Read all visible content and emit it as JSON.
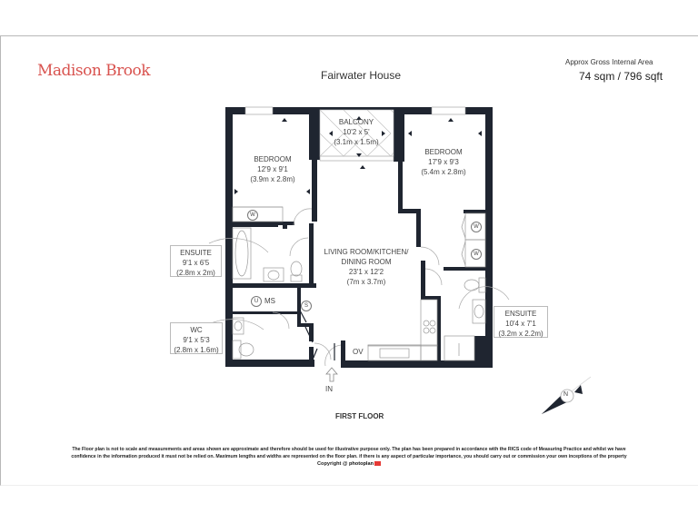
{
  "header": {
    "brand": "Madison Brook",
    "property_name": "Fairwater House",
    "area_label": "Approx Gross Internal Area",
    "area_value": "74 sqm / 796 sqft"
  },
  "rooms": {
    "balcony": {
      "name": "BALCONY",
      "imperial": "10'2 x 5'",
      "metric": "(3.1m x 1.5m)"
    },
    "bedroom_1": {
      "name": "BEDROOM",
      "imperial": "12'9 x 9'1",
      "metric": "(3.9m x 2.8m)"
    },
    "bedroom_2": {
      "name": "BEDROOM",
      "imperial": "17'9 x 9'3",
      "metric": "(5.4m x 2.8m)"
    },
    "ensuite_1": {
      "name": "ENSUITE",
      "imperial": "9'1 x 6'5",
      "metric": "(2.8m x 2m)"
    },
    "living": {
      "name_line1": "LIVING ROOM/KITCHEN/",
      "name_line2": "DINING ROOM",
      "imperial": "23'1 x 12'2",
      "metric": "(7m x 3.7m)"
    },
    "wc": {
      "name": "WC",
      "imperial": "9'1 x 5'3",
      "metric": "(2.8m x 1.6m)"
    },
    "ensuite_2": {
      "name": "ENSUITE",
      "imperial": "10'4 x 7'1",
      "metric": "(3.2m x 2.2m)"
    }
  },
  "fixtures": {
    "wardrobe": "W",
    "utility": "U",
    "meter": "MS",
    "storage": "S",
    "oven": "OV",
    "entrance": "IN"
  },
  "compass": {
    "label": "N",
    "icon": "north-arrow-icon"
  },
  "floor_label": "FIRST FLOOR",
  "footer": {
    "disclaimer_line1": "The Floor plan is not to scale and measurements and areas shown are approximate and therefore should be used for illustrative purpose only. The plan has been prepared in accordance with the RICS code of Measuring Practice and whilst we have",
    "disclaimer_line2": "confidence in the information produced it must not be relied on. Maximum  lengths and widths are represented on the floor plan. if there is any aspect of particular importance, you should carry out or commission your own inceptions of the property",
    "copyright": "Copyright @",
    "copyright_brand": "photoplan"
  },
  "colors": {
    "brand": "#d9534f",
    "wall": "#1f2530",
    "text": "#444444",
    "frame": "#b8b8b8"
  }
}
